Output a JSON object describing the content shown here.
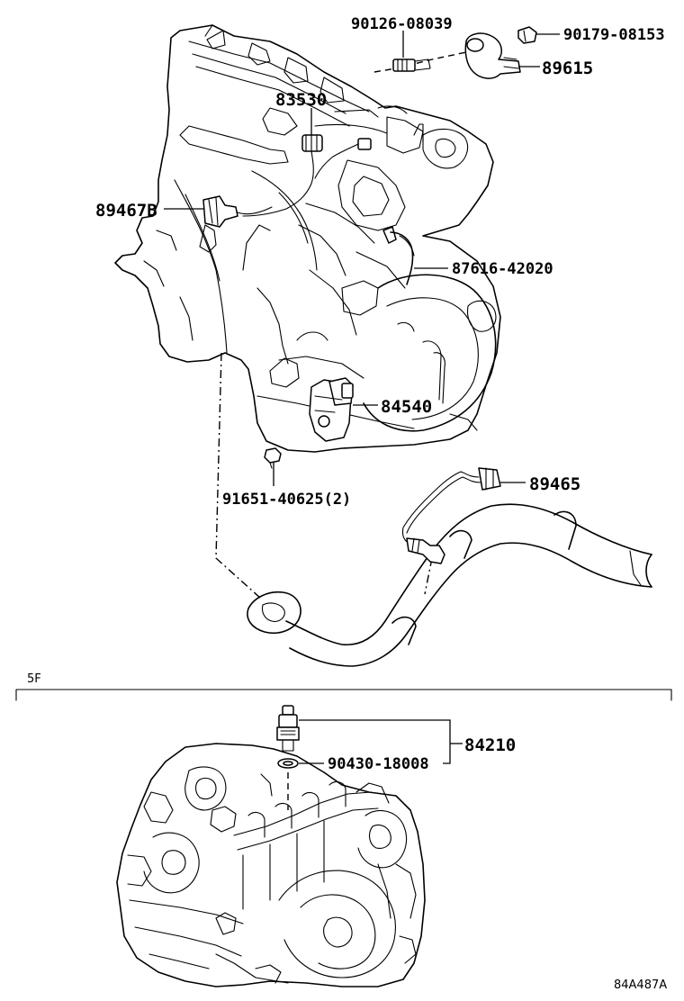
{
  "section_label": "5F",
  "figure_code": "84A487A",
  "parts": [
    {
      "id": "p1",
      "number": "90126-08039"
    },
    {
      "id": "p2",
      "number": "90179-08153"
    },
    {
      "id": "p3",
      "number": "89615"
    },
    {
      "id": "p4",
      "number": "83530"
    },
    {
      "id": "p5",
      "number": "89467B"
    },
    {
      "id": "p6",
      "number": "87616-42020"
    },
    {
      "id": "p7",
      "number": "84540"
    },
    {
      "id": "p8",
      "number": "91651-40625(2)"
    },
    {
      "id": "p9",
      "number": "89465"
    },
    {
      "id": "p10",
      "number": "84210"
    },
    {
      "id": "p11",
      "number": "90430-18008"
    }
  ]
}
